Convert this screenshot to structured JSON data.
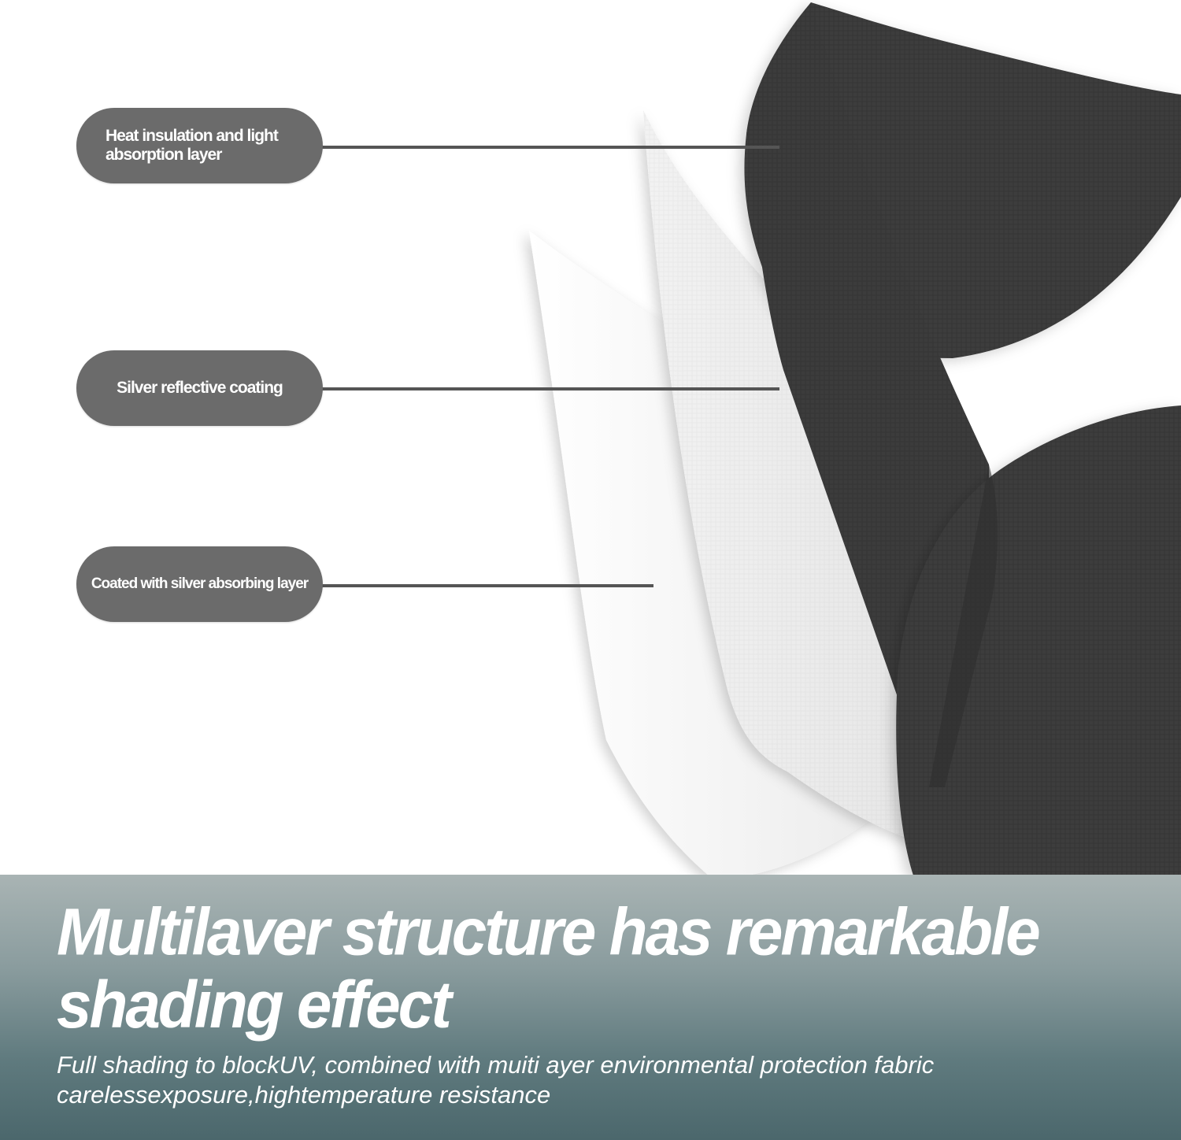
{
  "callouts": [
    {
      "label": "Heat insulation and light absorption layer"
    },
    {
      "label": "Silver reflective coating"
    },
    {
      "label": "Coated with silver absorbing layer"
    }
  ],
  "banner": {
    "headline": "Multilaver structure has remarkable shading effect",
    "subtitle_line_1": "Full shading to blockUV, combined with muiti ayer environmental protection fabric",
    "subtitle_line_2": "carelessexposure,hightemperature resistance"
  },
  "colors": {
    "pill": "#6b6b6b",
    "leader_line": "#555555",
    "dark_fabric": "#3a3a3a",
    "silver_fabric": "#ececec",
    "white_fabric": "#f6f6f6",
    "banner_top": "#a9b4b4",
    "banner_bottom": "#4b676c",
    "text_light": "#ffffff"
  }
}
